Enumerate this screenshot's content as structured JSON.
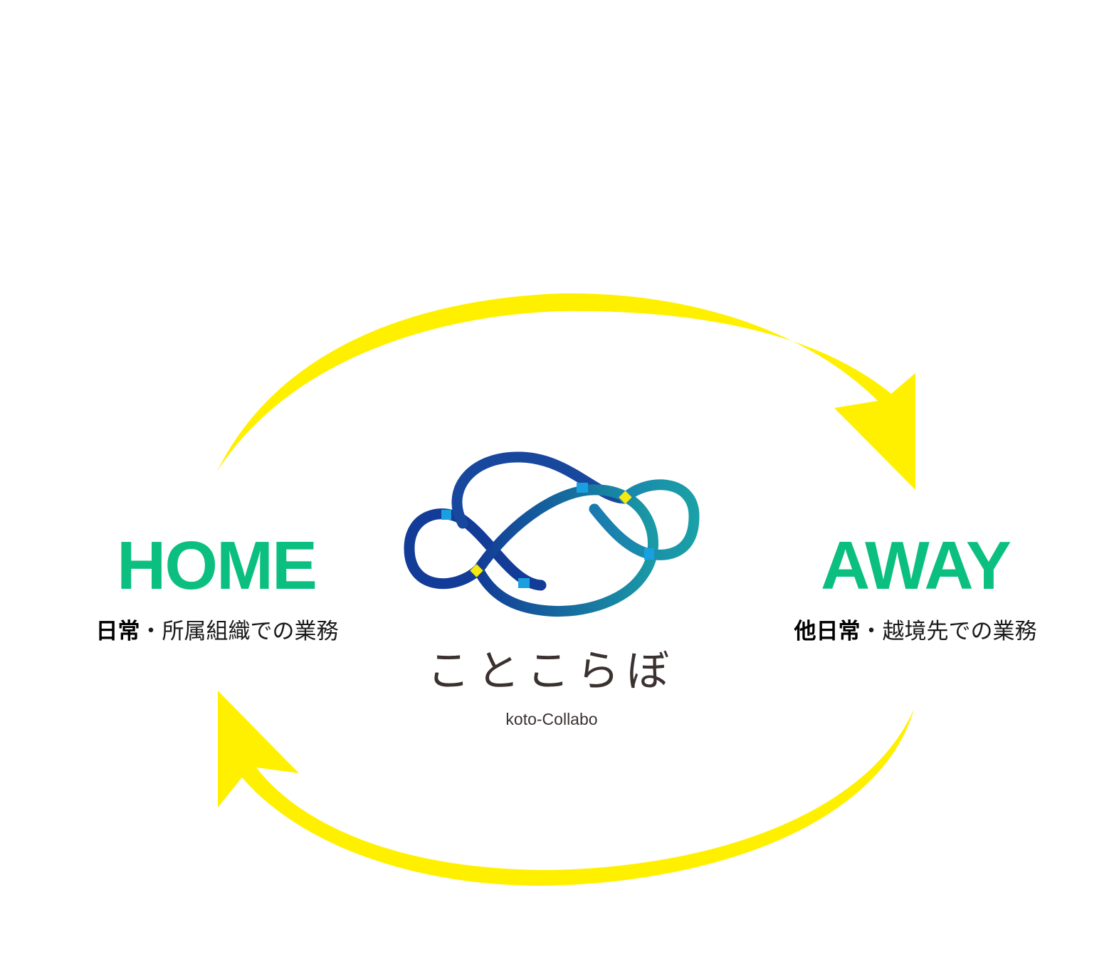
{
  "colors": {
    "arrow": "#fff000",
    "label_green": "#0bbf80",
    "logo_dark_blue": "#123c97",
    "logo_teal": "#1a9aa6",
    "logo_light_blue": "#1aa0e0",
    "logo_yellow": "#f4ea12",
    "logo_text": "#3a3130"
  },
  "home": {
    "heading": "HOME",
    "caption_bold": "日常",
    "caption_rest": "・所属組織での業務"
  },
  "away": {
    "heading": "AWAY",
    "caption_bold": "他日常",
    "caption_rest": "・越境先での業務"
  },
  "logo": {
    "kana": "ことこらぼ",
    "romaji": "koto-Collabo"
  },
  "icons": {
    "top_arrow": "curved-arrow-right",
    "bottom_arrow": "curved-arrow-left"
  }
}
